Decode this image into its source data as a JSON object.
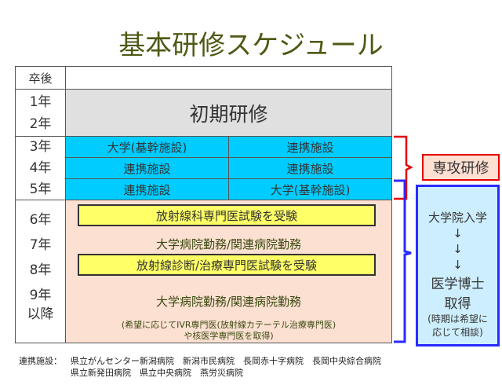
{
  "title": "基本研修スケジュール",
  "years": {
    "header": "卒後",
    "y1": "1年",
    "y2": "2年",
    "y3": "3年",
    "y4": "4年",
    "y5": "5年",
    "y6": "6年",
    "y7": "7年",
    "y8": "8年",
    "y9": "9年",
    "later": "以降"
  },
  "initial": "初期研修",
  "rows": [
    [
      "大学(基幹施設)",
      "連携施設"
    ],
    [
      "連携施設",
      "連携施設"
    ],
    [
      "連携施設",
      "大学(基幹施設)"
    ]
  ],
  "exam1": "放射線科専門医試験を受験",
  "work1": "大学病院勤務/関連病院勤務",
  "exam2": "放射線診断/治療専門医試験を受験",
  "work2": "大学病院勤務/関連病院勤務",
  "note1": "(希望に応じてIVR専門医(放射線カテーテル治療専門医)",
  "note2": "や核医学専門医を取得)",
  "specialty": "専攻研修",
  "grad": {
    "l1": "大学院入学",
    "arrow": "↓",
    "l2": "医学博士",
    "l3": "取得",
    "n1": "(時期は希望に",
    "n2": "応じて相談)"
  },
  "footer": {
    "label": "連携施設：",
    "line1": "県立がんセンター新潟病院　新潟市民病院　長岡赤十字病院　長岡中央綜合病院",
    "line2": "県立新発田病院　県立中央病院　燕労災病院"
  }
}
